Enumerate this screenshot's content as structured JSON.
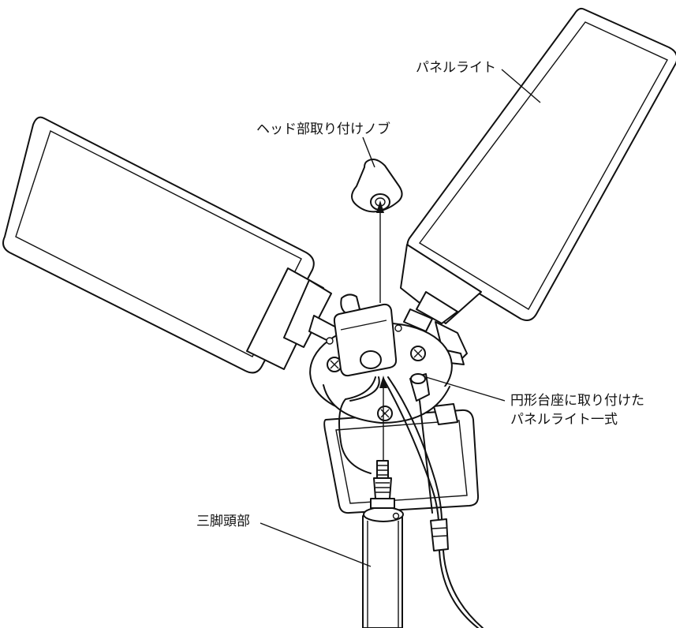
{
  "labels": {
    "panel_light": "パネルライト",
    "head_knob": "ヘッド部取り付けノブ",
    "mount_line1": "円形台座に取り付けた",
    "mount_line2": "パネルライト一式",
    "tripod_head": "三脚頭部"
  }
}
